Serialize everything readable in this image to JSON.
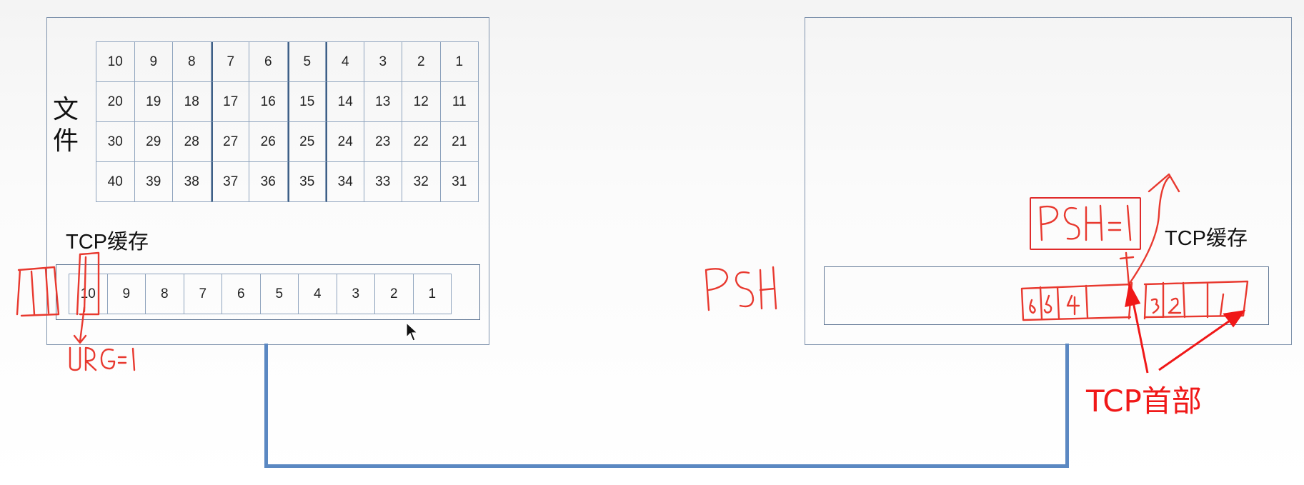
{
  "sender": {
    "file_label_chars": [
      "文",
      "件"
    ],
    "buffer_label": "TCP缓存",
    "file_rows": [
      [
        "10",
        "9",
        "8",
        "7",
        "6",
        "5",
        "4",
        "3",
        "2",
        "1"
      ],
      [
        "20",
        "19",
        "18",
        "17",
        "16",
        "15",
        "14",
        "13",
        "12",
        "11"
      ],
      [
        "30",
        "29",
        "28",
        "27",
        "26",
        "25",
        "24",
        "23",
        "22",
        "21"
      ],
      [
        "40",
        "39",
        "38",
        "37",
        "36",
        "35",
        "34",
        "33",
        "32",
        "31"
      ]
    ],
    "buffer_segments": [
      "10",
      "9",
      "8",
      "7",
      "6",
      "5",
      "4",
      "3",
      "2",
      "1"
    ]
  },
  "receiver": {
    "buffer_label": "TCP缓存"
  },
  "annotations": {
    "tcp_header_label": "TCP首部",
    "handwritten_psh_middle": "PSH",
    "handwritten_psh_flag": "PSH=1",
    "handwritten_urg_flag": "URG=1",
    "handwritten_receiver_segments": [
      "6",
      "5",
      "4",
      "3",
      "2",
      "1"
    ]
  },
  "colors": {
    "ink_red": "#e8392f",
    "label_red": "#f01818",
    "link_blue": "#5b88c2",
    "box_border": "#7f93ad"
  }
}
